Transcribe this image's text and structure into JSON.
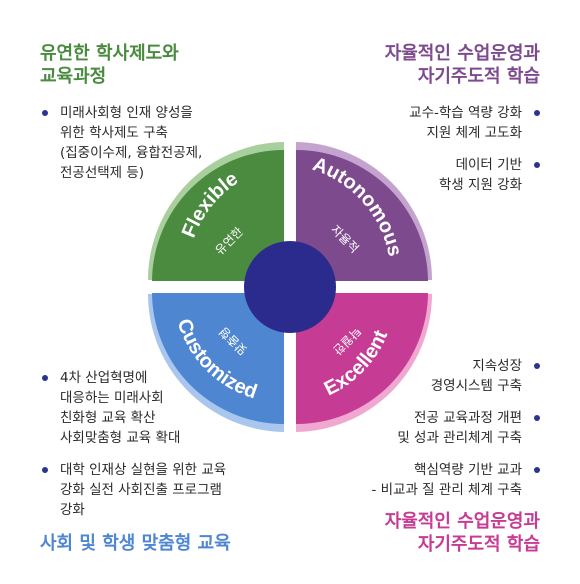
{
  "colors": {
    "flexible": "#4a8b3f",
    "flexible_ring": "#a9cf9e",
    "autonomous": "#7e4a8e",
    "autonomous_ring": "#c4a4cf",
    "customized": "#4f86d2",
    "customized_ring": "#a9c6ee",
    "excellent": "#c63b93",
    "excellent_ring": "#f0a8d0",
    "center": "#2a2b8c",
    "bullet": "#2b3590"
  },
  "top_left": {
    "title": [
      "유연한 학사제도와",
      "교육과정"
    ],
    "bullets": [
      [
        "미래사회형 인재 양성을",
        "위한 학사제도 구축",
        "(집중이수제, 융합전공제,",
        "전공선택제 등)"
      ]
    ]
  },
  "top_right": {
    "title": [
      "자율적인 수업운영과",
      "자기주도적 학습"
    ],
    "bullets": [
      [
        "교수-학습 역량 강화",
        "지원 체계 고도화"
      ],
      [
        "데이터 기반",
        "학생 지원 강화"
      ]
    ]
  },
  "bottom_left": {
    "title": [
      "사회 및 학생 맞춤형 교육"
    ],
    "bullets": [
      [
        "4차 산업혁명에",
        "대응하는 미래사회",
        "친화형 교육 확산",
        "사회맞춤형 교육 확대"
      ],
      [
        "대학 인재상 실현을 위한 교육",
        "강화 실전 사회진출 프로그램",
        "강화"
      ]
    ]
  },
  "bottom_right": {
    "title": [
      "자율적인 수업운영과",
      "자기주도적 학습"
    ],
    "bullets": [
      [
        "지속성장",
        "경영시스템 구축"
      ],
      [
        "전공 교육과정 개편",
        "및 성과 관리체계 구축"
      ],
      [
        "핵심역량 기반 교과",
        "- 비교과 질 관리 체계 구축"
      ]
    ]
  },
  "quadrants": {
    "flexible": {
      "en": "Flexible",
      "ko": "유연한"
    },
    "autonomous": {
      "en": "Autonomous",
      "ko": "자율적"
    },
    "customized": {
      "en": "Customized",
      "ko": "맞춤형"
    },
    "excellent": {
      "en": "Excellent",
      "ko": "탁월한"
    }
  }
}
